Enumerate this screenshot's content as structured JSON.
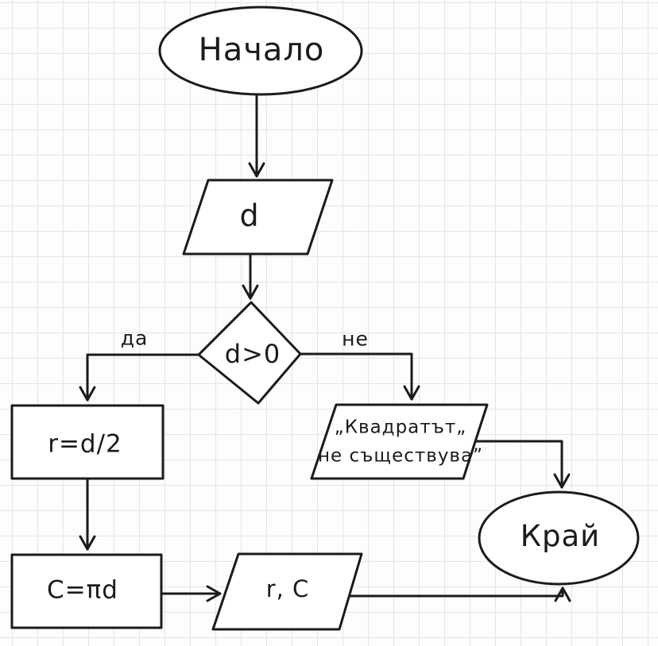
{
  "palette": {
    "ink": "#1b1b1b",
    "grid": "#e4e4e8",
    "paper": "#fdfdfd"
  },
  "flowchart": {
    "start": {
      "label": "Начало",
      "type": "terminator"
    },
    "input_d": {
      "label": "d",
      "type": "input-output"
    },
    "decision": {
      "label": "d>0",
      "type": "decision"
    },
    "branch_yes": {
      "label": "да"
    },
    "branch_no": {
      "label": "не"
    },
    "process_r": {
      "label": "r=d/2",
      "type": "process"
    },
    "message": {
      "line1": "„Квадратът„",
      "line2": "не съществува”",
      "type": "input-output"
    },
    "process_c": {
      "label": "C=πd",
      "type": "process"
    },
    "output_rc": {
      "label": "r, C",
      "type": "input-output"
    },
    "end": {
      "label": "Край",
      "type": "terminator"
    }
  }
}
